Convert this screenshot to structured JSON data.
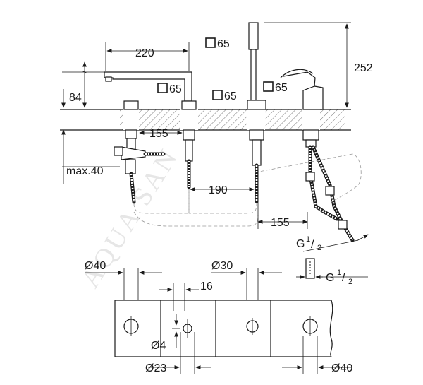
{
  "watermark": "AQUA SAN",
  "top_view": {
    "dims": {
      "spout_reach": "220",
      "square_hand": "65",
      "height": "252",
      "spout_height": "84",
      "square_spout": "65",
      "square_valve": "65",
      "square_lever": "65",
      "spacing_left": "155",
      "max_deck": "max.40",
      "spacing_center": "190",
      "spacing_right": "155"
    },
    "thread_1": {
      "main": "G",
      "sup": "1",
      "sub": "2"
    },
    "thread_2": {
      "main": "G",
      "sup": "1",
      "sub": "2"
    }
  },
  "bottom_view": {
    "dims": {
      "hole_1": "Ø40",
      "hole_3": "Ø30",
      "gap": "16",
      "pin": "Ø4",
      "hole_2": "Ø23",
      "hole_4": "Ø40"
    }
  },
  "colors": {
    "ink": "#1a1a1a",
    "hatch": "#1a1a1a",
    "dash": "#9a9a9a",
    "watermark": "#e6e6e6"
  }
}
